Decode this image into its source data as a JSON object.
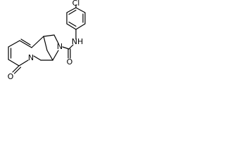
{
  "molecule": {
    "atoms": {
      "cl": "Cl",
      "nh": "NH",
      "n_amide": "N",
      "n_ring": "N",
      "o_amide": "O",
      "o_lactam": "O"
    }
  },
  "colors": {
    "bond": "#000000",
    "text": "#000000",
    "background": "#ffffff"
  }
}
